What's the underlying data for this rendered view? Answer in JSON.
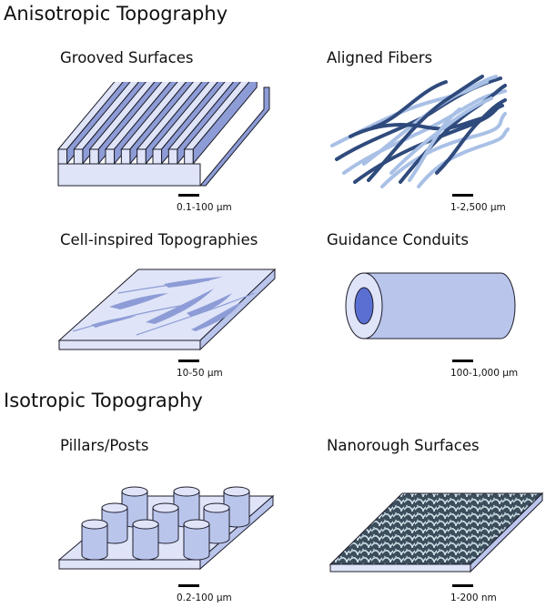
{
  "sections": {
    "anisotropic": "Anisotropic Topography",
    "isotropic": "Isotropic Topography"
  },
  "panels": {
    "grooved": {
      "title": "Grooved Surfaces",
      "scale": "0.1-100 µm",
      "icon": "grooved-surface-illustration"
    },
    "fibers": {
      "title": "Aligned Fibers",
      "scale": "1-2,500 µm",
      "icon": "aligned-fibers-illustration"
    },
    "cell": {
      "title": "Cell-inspired Topographies",
      "scale": "10-50 µm",
      "icon": "cell-inspired-surface-illustration"
    },
    "conduit": {
      "title": "Guidance Conduits",
      "scale": "100-1,000 µm",
      "icon": "guidance-conduit-illustration"
    },
    "pillars": {
      "title": "Pillars/Posts",
      "scale": "0.2-100 µm",
      "icon": "pillars-posts-illustration"
    },
    "nanorough": {
      "title": "Nanorough Surfaces",
      "scale": "1-200 nm",
      "icon": "nanorough-surface-illustration"
    }
  },
  "colors": {
    "fill_light": "#dfe4f8",
    "fill_mid": "#bac5ec",
    "fill_dark": "#8d9cd6",
    "fiber_dark": "#2f4a7c",
    "fiber_light": "#a9c0e6",
    "stroke": "#1c1c2a",
    "conduit_inner": "#5b6fd2"
  }
}
